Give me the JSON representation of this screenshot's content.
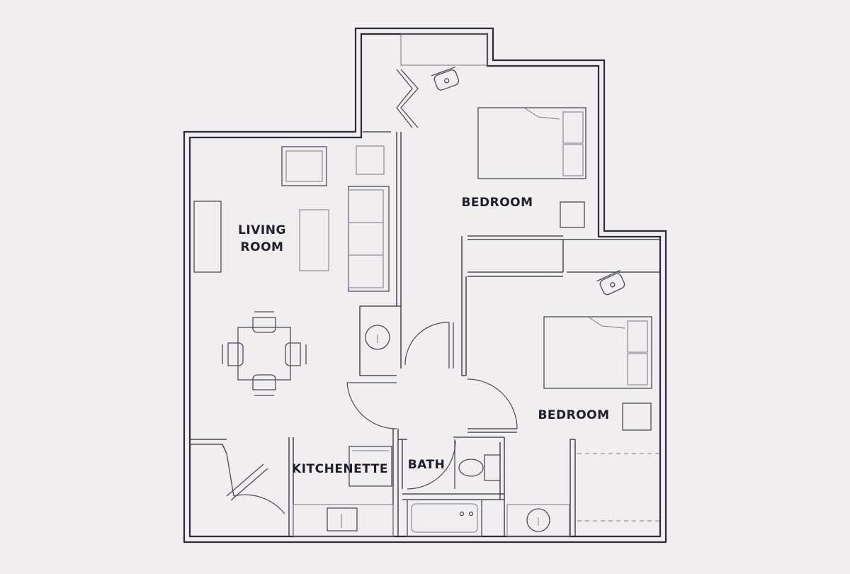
{
  "colors": {
    "background": "#f1eef0",
    "wall": "#2b2b3a",
    "fixture": "#4a4a5a",
    "label": "#1f1f2c"
  },
  "rooms": {
    "living_line1": "LIVING",
    "living_line2": "ROOM",
    "bedroom_top": "BEDROOM",
    "bedroom_bottom": "BEDROOM",
    "kitchenette": "KITCHENETTE",
    "bath": "BATH"
  }
}
